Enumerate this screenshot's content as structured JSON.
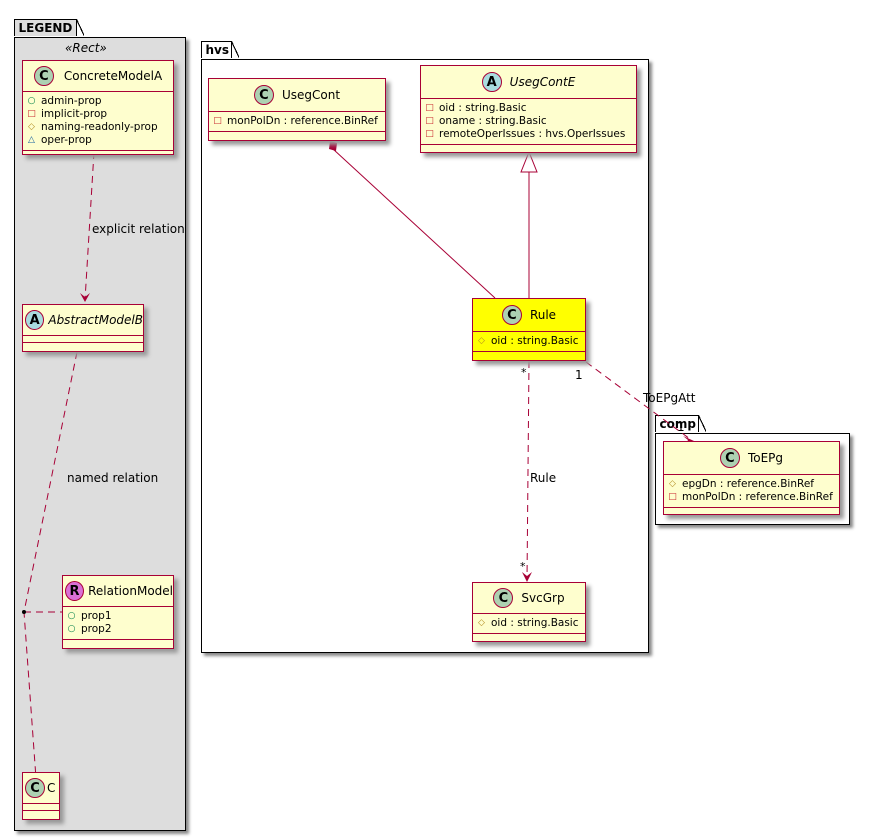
{
  "packages": {
    "legend": {
      "name": "LEGEND",
      "stereotype": "«Rect»"
    },
    "hvs": {
      "name": "hvs"
    },
    "comp": {
      "name": "comp"
    }
  },
  "visibility_icons": {
    "public": "public-circle-icon",
    "private": "private-square-icon",
    "protected": "protected-diamond-icon",
    "package": "package-triangle-icon"
  },
  "colors": {
    "class_fill": "#FEFECE",
    "highlight_fill": "#FFFF00",
    "border": "#A80036",
    "legend_bg": "#DDDDDD",
    "class_badge": "#ADD1B2",
    "abstract_badge": "#A9DCDF",
    "relation_badge": "#DA70D6"
  },
  "legend": {
    "concrete": {
      "badge": "C",
      "name": "ConcreteModelA",
      "attrs": [
        {
          "vis": "public",
          "text": "admin-prop"
        },
        {
          "vis": "private",
          "text": "implicit-prop"
        },
        {
          "vis": "protected",
          "text": "naming-readonly-prop"
        },
        {
          "vis": "package",
          "text": "oper-prop"
        }
      ]
    },
    "abstract": {
      "badge": "A",
      "name": "AbstractModelB"
    },
    "relation": {
      "badge": "R",
      "name": "RelationModel",
      "attrs": [
        {
          "vis": "public",
          "text": "prop1"
        },
        {
          "vis": "public",
          "text": "prop2"
        }
      ]
    },
    "c": {
      "badge": "C",
      "name": "C"
    },
    "explicit_relation_label": "explicit relation",
    "named_relation_label": "named relation"
  },
  "classes": {
    "usegcont": {
      "badge": "C",
      "name": "UsegCont",
      "attrs": [
        {
          "vis": "private",
          "text": "monPolDn : reference.BinRef"
        }
      ]
    },
    "usegconte": {
      "badge": "A",
      "name": "UsegContE",
      "attrs": [
        {
          "vis": "private",
          "text": "oid : string.Basic"
        },
        {
          "vis": "private",
          "text": "oname : string.Basic"
        },
        {
          "vis": "private",
          "text": "remoteOperIssues : hvs.OperIssues"
        }
      ]
    },
    "rule": {
      "badge": "C",
      "name": "Rule",
      "attrs": [
        {
          "vis": "protected",
          "text": "oid : string.Basic"
        }
      ]
    },
    "svcgrp": {
      "badge": "C",
      "name": "SvcGrp",
      "attrs": [
        {
          "vis": "protected",
          "text": "oid : string.Basic"
        }
      ]
    },
    "toepg": {
      "badge": "C",
      "name": "ToEPg",
      "attrs": [
        {
          "vis": "protected",
          "text": "epgDn : reference.BinRef"
        },
        {
          "vis": "private",
          "text": "monPolDn : reference.BinRef"
        }
      ]
    }
  },
  "relations": {
    "rule_svcgrp": {
      "label": "Rule",
      "src_mult": "*",
      "dst_mult": "*"
    },
    "rule_toepg": {
      "label": "ToEPgAtt",
      "src_mult": "1",
      "dst_mult": "1"
    }
  }
}
